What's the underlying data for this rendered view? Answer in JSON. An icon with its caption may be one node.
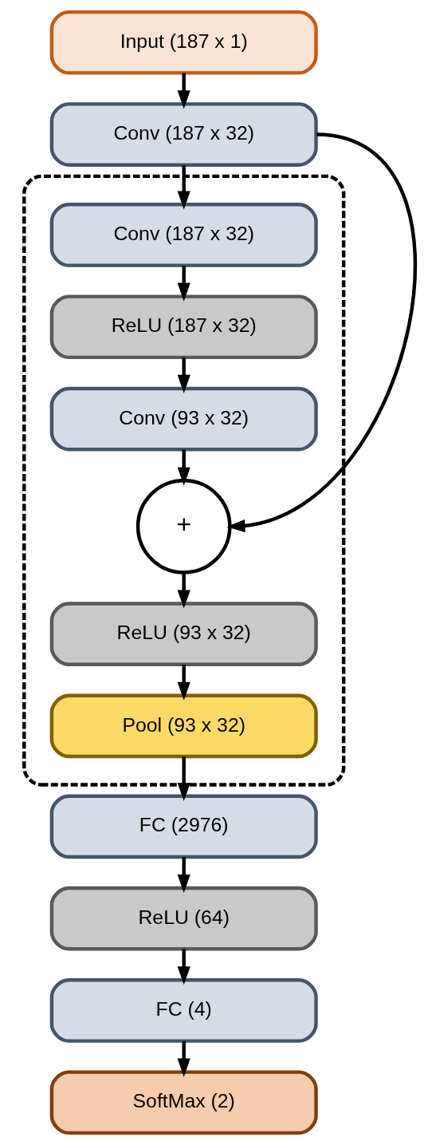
{
  "diagram": {
    "nodes": [
      {
        "text": [
          "Input (187 x 1)"
        ]
      },
      {
        "text": [
          "Conv (187 x 32)"
        ]
      },
      {
        "text": [],
        "shape": "box"
      },
      {
        "text": [
          "Conv (187 x 32)"
        ],
        "in": 2
      },
      {
        "text": [
          "ReLU (187 x 32)"
        ],
        "in": 2
      },
      {
        "text": [
          "Conv (93 x 32)"
        ],
        "in": 2
      },
      {
        "text": [
          "+"
        ],
        "in": 2
      },
      {
        "text": [
          "ReLU (93 x 32)"
        ],
        "in": 2
      },
      {
        "text": [
          "Pool (93 x 32)"
        ],
        "in": 2
      },
      {
        "text": [
          "FC (2976)"
        ]
      },
      {
        "text": [
          "ReLU (64)"
        ]
      },
      {
        "text": [
          "FC (4)"
        ]
      },
      {
        "text": [
          "SoftMax (2)"
        ]
      }
    ],
    "edges": [
      {
        "from": 0,
        "to": 1,
        "arrow": "to"
      },
      {
        "from": 1,
        "to": 3,
        "arrow": "to"
      },
      {
        "from": 1,
        "to": 6,
        "arrow": "to"
      },
      {
        "from": 3,
        "to": 4,
        "arrow": "to"
      },
      {
        "from": 4,
        "to": 5,
        "arrow": "to"
      },
      {
        "from": 5,
        "to": 6,
        "arrow": "to"
      },
      {
        "from": 6,
        "to": 7,
        "arrow": "to"
      },
      {
        "from": 7,
        "to": 8,
        "arrow": "to"
      },
      {
        "from": 8,
        "to": 9,
        "arrow": "to"
      },
      {
        "from": 9,
        "to": 10,
        "arrow": "to"
      },
      {
        "from": 10,
        "to": 11,
        "arrow": "to"
      },
      {
        "from": 11,
        "to": 12,
        "arrow": "to"
      }
    ]
  }
}
